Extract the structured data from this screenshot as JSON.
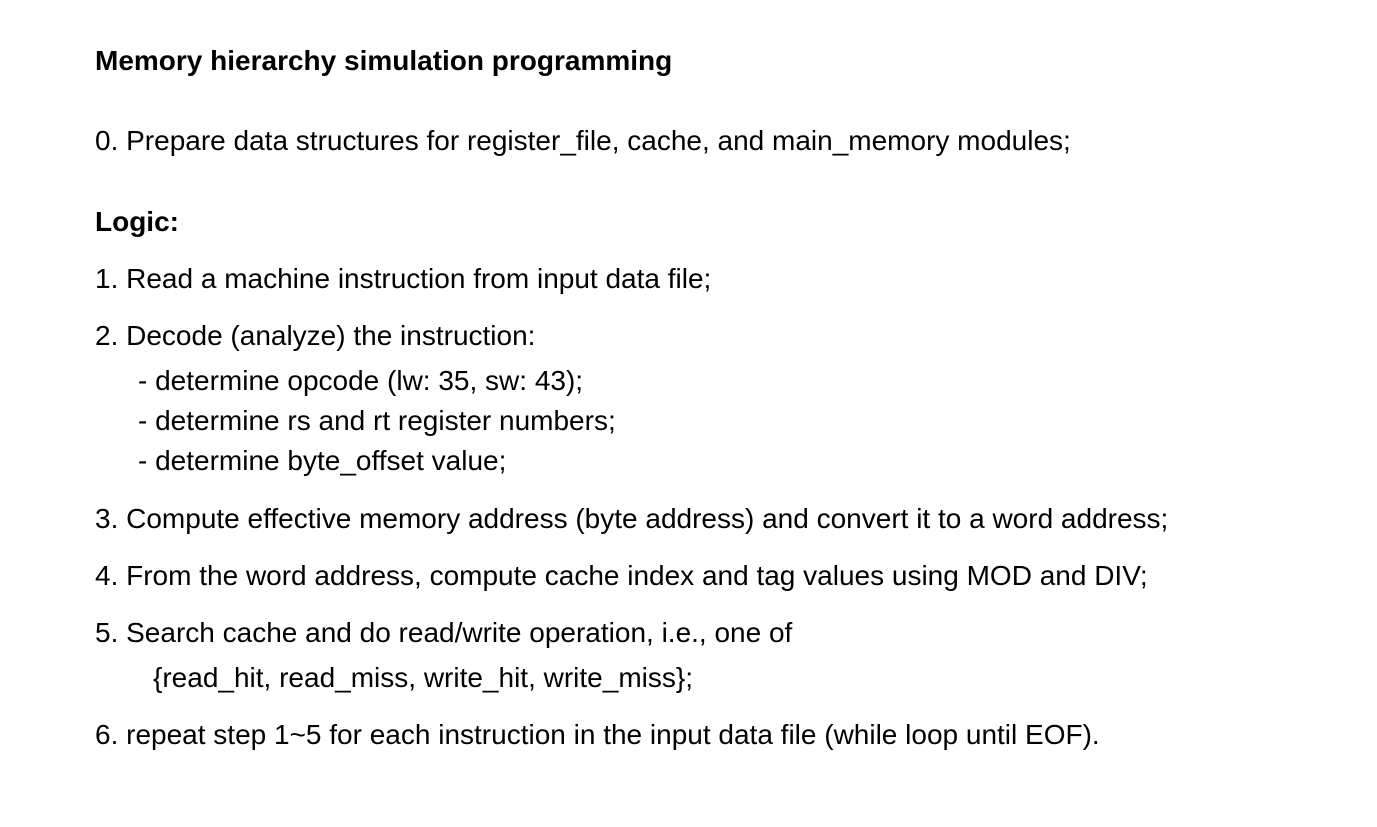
{
  "title": "Memory hierarchy simulation programming",
  "step0": "0. Prepare data structures for register_file, cache, and main_memory modules;",
  "logic_heading": "Logic:",
  "steps": {
    "step1": "1. Read a machine instruction from input data file;",
    "step2": "2. Decode (analyze) the instruction:",
    "step2_sub": [
      "- determine opcode (lw: 35,  sw: 43);",
      "- determine rs and rt register numbers;",
      "- determine byte_offset value;"
    ],
    "step3": "3. Compute effective memory address (byte address) and convert it to a word address;",
    "step4": "4. From the word address, compute cache index and tag values using MOD and DIV;",
    "step5": "5. Search cache and do read/write operation, i.e., one of",
    "step5_cont": "{read_hit, read_miss, write_hit, write_miss};",
    "step6": "6. repeat step 1~5 for each instruction in the input data file (while loop until EOF)."
  }
}
